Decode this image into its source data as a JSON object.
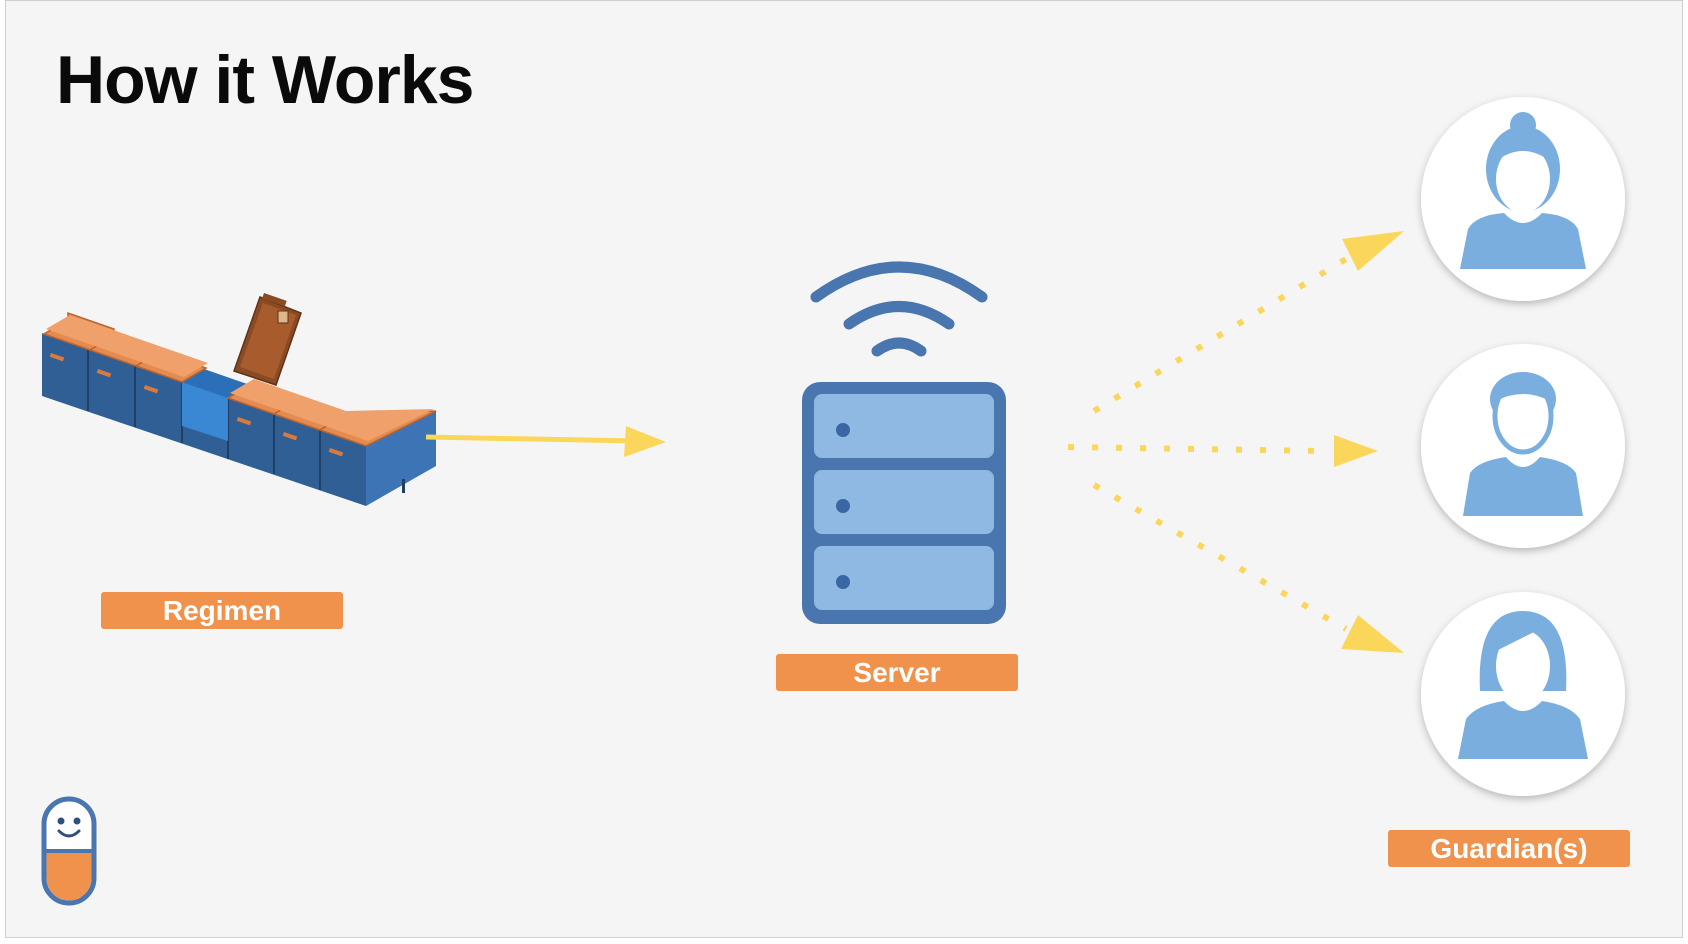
{
  "slide": {
    "title": "How it Works"
  },
  "nodes": {
    "regimen": {
      "label": "Regimen"
    },
    "server": {
      "label": "Server"
    },
    "guardians": {
      "label": "Guardian(s)"
    }
  },
  "colors": {
    "background": "#f5f5f5",
    "label_fill": "#f0914c",
    "arrow": "#fad75b",
    "icon_blue": "#7aaede",
    "server_dark": "#4a76b0",
    "server_light": "#8fb8e3",
    "lid_orange": "#e58b4f",
    "box_blue": "#2f5f95"
  },
  "icons": [
    "pill-organizer-icon",
    "wifi-icon",
    "server-icon",
    "guardian-woman-bun-icon",
    "guardian-man-icon",
    "guardian-woman-icon",
    "pill-mascot-icon"
  ]
}
